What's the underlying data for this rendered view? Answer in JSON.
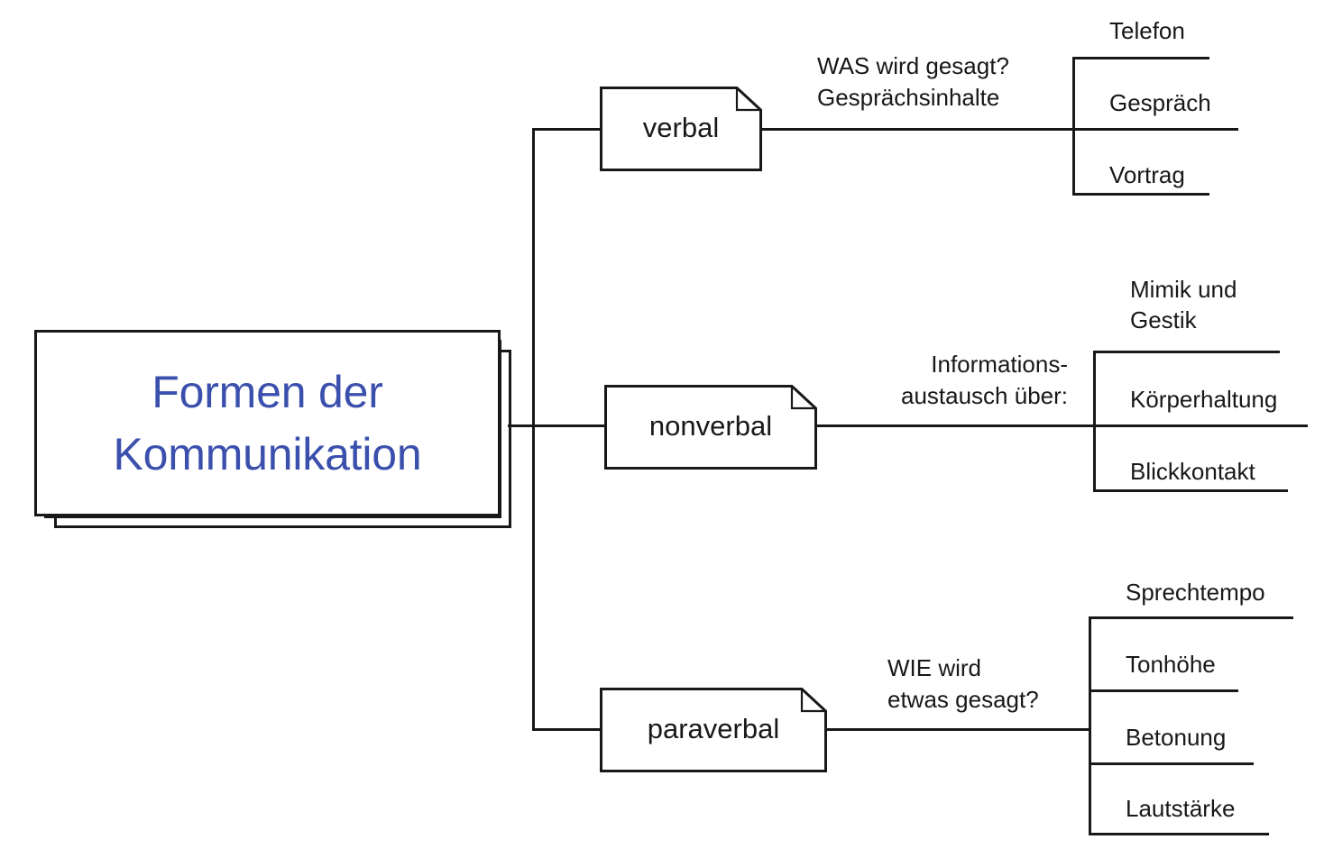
{
  "diagram": {
    "title": "Formen der Kommunikation",
    "type": "mind-map",
    "colors": {
      "title_blue": "#3b50ad",
      "line_black": "#17181a",
      "background": "#ffffff"
    },
    "root": {
      "label": "Formen der\nKommunikation"
    },
    "branches": [
      {
        "node": "verbal",
        "caption": "WAS wird gesagt?\nGesprächsinhalte",
        "caption_align": "left",
        "leaves": [
          "Telefon",
          "Gespräch",
          "Vortrag"
        ]
      },
      {
        "node": "nonverbal",
        "caption": "Informations-\naustausch über:",
        "caption_align": "right",
        "leaves": [
          "Mimik und\nGestik",
          "Körperhaltung",
          "Blickkontakt"
        ]
      },
      {
        "node": "paraverbal",
        "caption": "WIE wird\netwas gesagt?",
        "caption_align": "left",
        "leaves": [
          "Sprechtempo",
          "Tonhöhe",
          "Betonung",
          "Lautstärke"
        ]
      }
    ]
  }
}
